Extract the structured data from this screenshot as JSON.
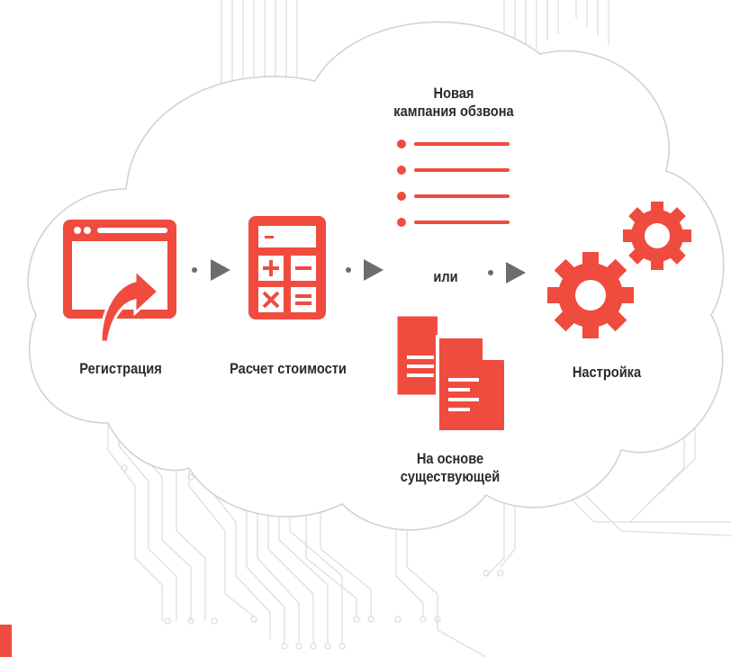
{
  "colors": {
    "accent": "#ef4b3f",
    "arrow": "#6d6d6d",
    "text": "#2b2b2b",
    "line": "#d9d9d9"
  },
  "steps": [
    {
      "label": "Регистрация",
      "icon": "browser-upload-icon"
    },
    {
      "label": "Расчет стоимости",
      "icon": "calculator-icon"
    },
    {
      "label": "Настройка",
      "icon": "gears-icon"
    }
  ],
  "options": {
    "new_campaign": {
      "line1": "Новая",
      "line2": "кампания обзвона",
      "icon": "list-icon"
    },
    "or_label": "или",
    "existing": {
      "line1": "На основе",
      "line2": "существующей",
      "icon": "copy-documents-icon"
    }
  }
}
